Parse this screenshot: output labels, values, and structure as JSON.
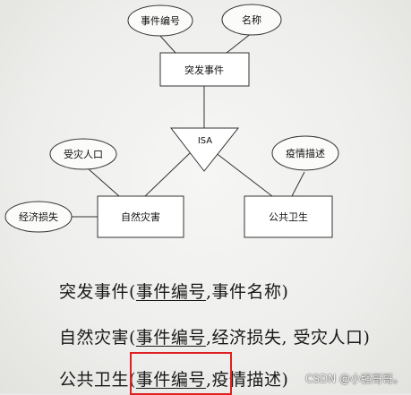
{
  "diagram": {
    "entities": {
      "emergency": "突发事件",
      "natural_disaster": "自然灾害",
      "public_health": "公共卫生"
    },
    "attributes": {
      "event_id": "事件编号",
      "name": "名称",
      "affected_population": "受灾人口",
      "economic_loss": "经济损失",
      "epidemic_description": "疫情描述"
    },
    "isa_label": "ISA"
  },
  "relations": [
    {
      "prefix": "突发事件(",
      "key": "事件编号",
      "rest": ",事件名称)"
    },
    {
      "prefix": "自然灾害(",
      "key": "事件编号",
      "rest": ",经济损失, 受灾人口)"
    },
    {
      "prefix": "公共卫生(",
      "key": "事件编号",
      "rest": ",疫情描述)"
    }
  ],
  "watermark": "CSDN @小强哥哥。",
  "colors": {
    "highlight": "#e02020"
  }
}
